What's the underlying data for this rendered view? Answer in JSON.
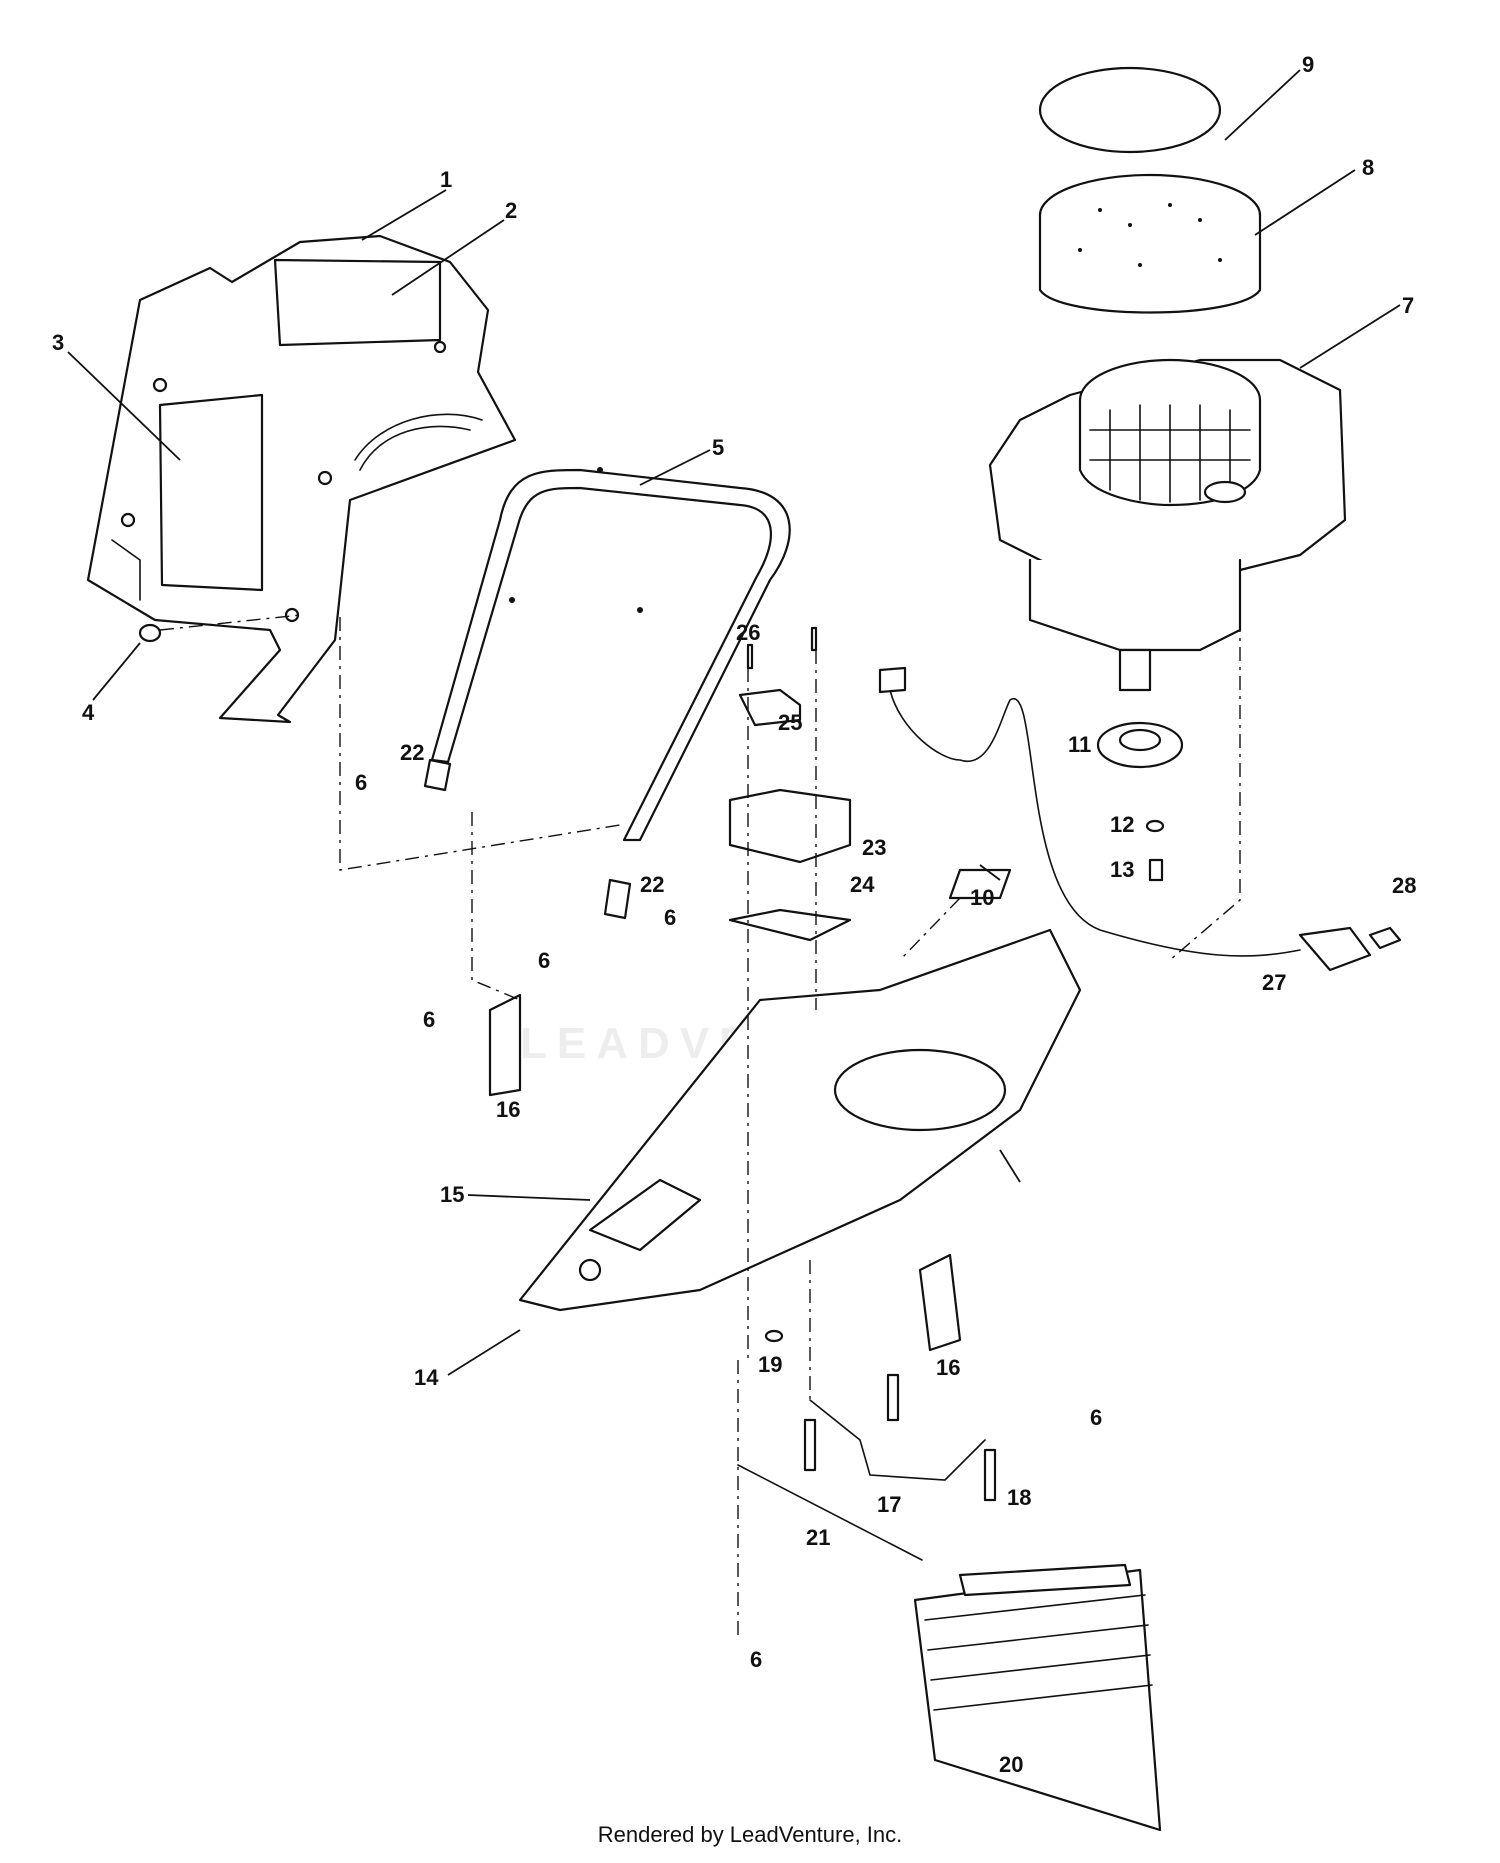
{
  "callouts": [
    "1",
    "2",
    "3",
    "4",
    "5",
    "6",
    "7",
    "8",
    "9",
    "10",
    "11",
    "12",
    "13",
    "14",
    "15",
    "16",
    "17",
    "18",
    "19",
    "20",
    "21",
    "22",
    "23",
    "24",
    "25",
    "26",
    "27",
    "28"
  ],
  "watermark": "LEADVENTURE",
  "footer": "Rendered by LeadVenture, Inc."
}
